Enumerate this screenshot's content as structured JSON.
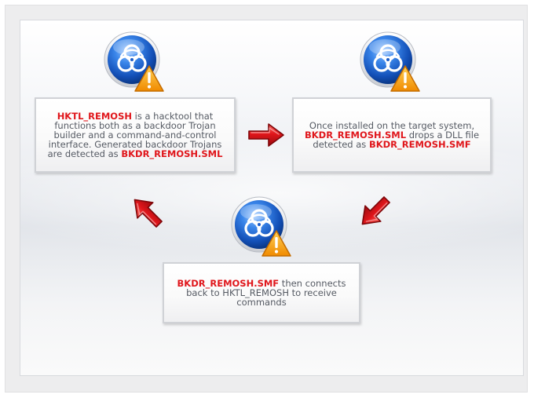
{
  "steps": [
    {
      "highlight_1": "HKTL_REMOSH",
      "text_1": " is a hacktool that functions both as a backdoor Trojan builder and a command-and-control interface. Generated backdoor Trojans are detected as ",
      "highlight_2": "BKDR_REMOSH.SML"
    },
    {
      "text_1": "Once installed on the target system, ",
      "highlight_1": "BKDR_REMOSH.SML",
      "text_2": " drops a DLL file detected as ",
      "highlight_2": "BKDR_REMOSH.SMF"
    },
    {
      "highlight_1": "BKDR_REMOSH.SMF",
      "text_1": " then connects back to HKTL_REMOSH to receive commands"
    }
  ],
  "icons": {
    "step_icon": "biohazard-warning-icon",
    "arrow": "red-arrow-icon"
  },
  "colors": {
    "highlight": "#e0161b",
    "icon_blue": "#1a5cc8",
    "warning": "#f39a00",
    "arrow_red": "#d4141a"
  }
}
